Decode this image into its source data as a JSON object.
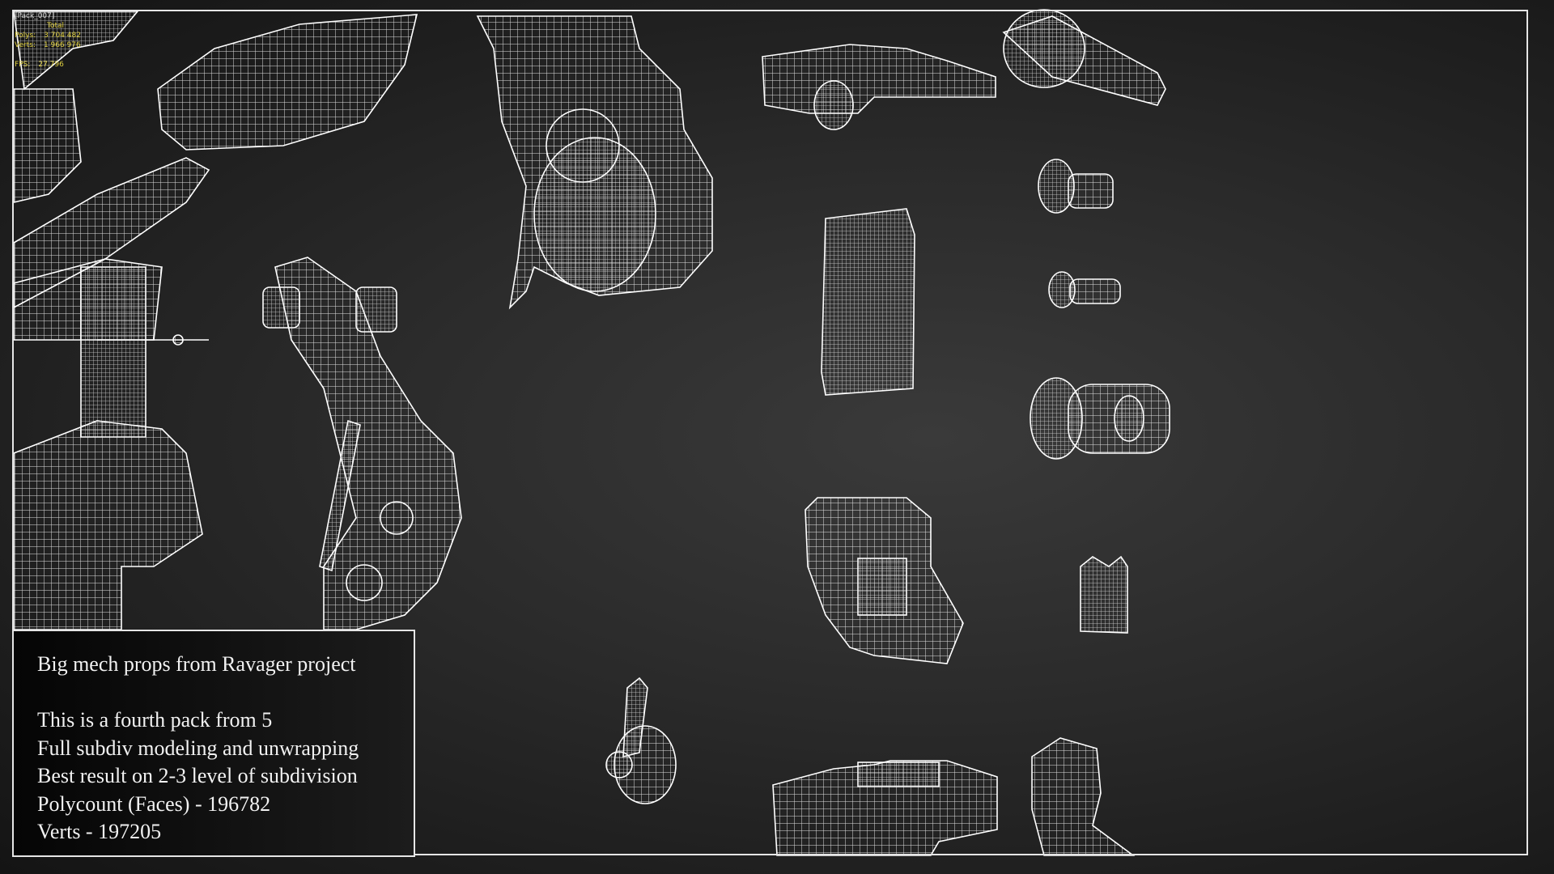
{
  "viewport_hud": {
    "object_name": "[Pack_007]",
    "total_label": "Total",
    "polys_label": "Polys:",
    "polys_value": "3 704 482",
    "verts_label": "Verts:",
    "verts_value": "1 966 976",
    "fps_label": "FPS:",
    "fps_value": "27.796"
  },
  "info": {
    "title": "Big mech props from Ravager project",
    "lines": [
      "This is a fourth pack from 5",
      "Full subdiv modeling and unwrapping",
      "Best result on 2-3 level of subdivision",
      "Polycount (Faces) - 196782",
      "Verts - 197205"
    ]
  },
  "colors": {
    "wire": "#ffffff",
    "hud_text": "#e0d040",
    "background": "#2e2e2e"
  }
}
